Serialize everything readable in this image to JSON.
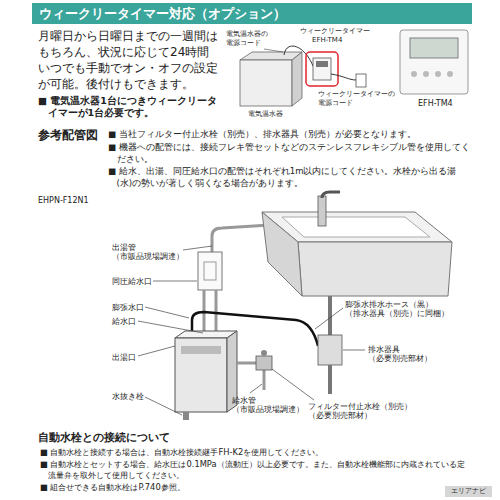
{
  "diagram": {
    "title": "ウィークリータイマー対応（オプション）",
    "nodes": [
      {
        "text": [
          "エリアナビ"
        ]
      }
    ],
    "labels": [
      "月曜日から日曜日までの一週間はもちろん、状況に応じて24時間いつでも手動でオン・オフの設定が可能。後付けもできます。",
      "■ 電気温水器1台につきウィークリータイマーが1台必要です。",
      "電気温水器の電源コード",
      "ウィークリータイマー",
      "EFH-TM4",
      "ウィークリータイマーの電源コード",
      "電気温水器",
      "EFH-TM4",
      "参考配管図",
      "■ 当社フィルター付止水栓（別売）、排水器具（別売）が必要となります。",
      "■ 機器への配管には、接続フレキ管セットなどのステンレスフレキシブル管を使用してください。",
      "■ 給水、出湯、同圧給水口の配管はそれぞれ1m以内にしてください。水栓から出る湯(水)の勢いが著しく弱くなる場合があります。",
      "EHPN-F12N1",
      "出湯管 （市販品現場調達）",
      "同圧給水口",
      "膨張水口",
      "給水口",
      "出湯口",
      "水抜き栓",
      "給水管 （市販品現場調達）",
      "フィルター付止水栓（別売） （必要別売部材）",
      "膨張水排水ホース（黒） （排水器具（別売）に同梱）",
      "排水器具 （必要別売部材）",
      "自動水栓との接続について",
      "■ 自動水栓と接続する場合は、自動水栓接続継手FH-K2を使用してください。",
      "■ 自動水栓とセットする場合、給水圧は0.1MPa（流動圧）以上必要です。また、自動水栓機能部に内蔵されている定流量弁を取外して使用してください。",
      "■ 組合せできる自動水栓はP.740参照。"
    ]
  }
}
